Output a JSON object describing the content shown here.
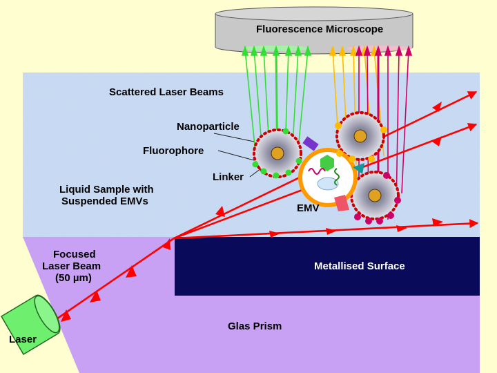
{
  "labels": {
    "microscope": "Fluorescence Microscope",
    "scattered": "Scattered Laser Beams",
    "nanoparticle": "Nanoparticle",
    "fluorophore": "Fluorophore",
    "linker": "Linker",
    "liquid_line1": "Liquid Sample with",
    "liquid_line2": "Suspended EMVs",
    "emv": "EMV",
    "focused_line1": "Focused",
    "focused_line2": "Laser Beam",
    "focused_line3": "(50 µm)",
    "metallised": "Metallised Surface",
    "prism": "Glas Prism",
    "laser": "Laser"
  },
  "colors": {
    "background": "#fffed0",
    "liquid": "#c9d9f0",
    "prism": "#c8a0f4",
    "metal": "#0a0a5a",
    "laser_beam": "#ff0000",
    "microscope": "#c8c8c8",
    "laser_device": "#6ef06e",
    "green_rays": "#33dd33",
    "yellow_rays": "#ffbb00",
    "magenta_rays": "#cc0066"
  }
}
